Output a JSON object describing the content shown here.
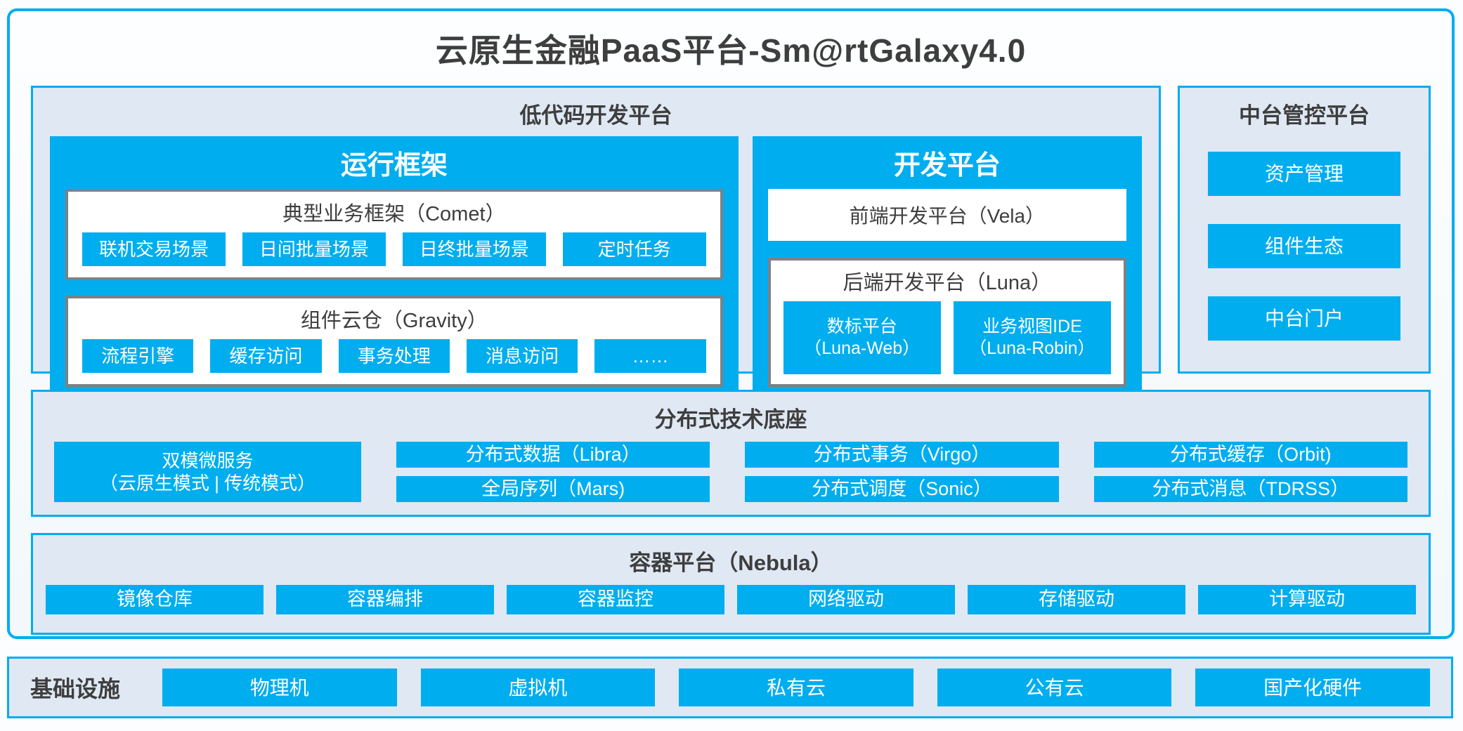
{
  "title": "云原生金融PaaS平台-Sm@rtGalaxy4.0",
  "colors": {
    "blue": "#00ADEF",
    "panel-bg": "#DFE8F3",
    "border-gray": "#7D8186",
    "text-dark": "#3E3E3E",
    "page-bg": "#FBFDFF"
  },
  "low_code": {
    "title": "低代码开发平台",
    "runtime": {
      "title": "运行框架",
      "comet": {
        "title": "典型业务框架（Comet）",
        "items": [
          "联机交易场景",
          "日间批量场景",
          "日终批量场景",
          "定时任务"
        ]
      },
      "gravity": {
        "title": "组件云仓（Gravity）",
        "items": [
          "流程引擎",
          "缓存访问",
          "事务处理",
          "消息访问",
          "……"
        ]
      }
    },
    "dev": {
      "title": "开发平台",
      "vela": "前端开发平台（Vela）",
      "luna": {
        "title": "后端开发平台（Luna）",
        "items": [
          {
            "line1": "数标平台",
            "line2": "（Luna-Web）"
          },
          {
            "line1": "业务视图IDE",
            "line2": "（Luna-Robin）"
          }
        ]
      }
    }
  },
  "midplatform": {
    "title": "中台管控平台",
    "items": [
      "资产管理",
      "组件生态",
      "中台门户"
    ]
  },
  "distributed": {
    "title": "分布式技术底座",
    "dual": {
      "line1": "双模微服务",
      "line2": "（云原生模式 | 传统模式）"
    },
    "cols": [
      [
        "分布式数据（Libra）",
        "全局序列（Mars)"
      ],
      [
        "分布式事务（Virgo）",
        "分布式调度（Sonic）"
      ],
      [
        "分布式缓存（Orbit)",
        "分布式消息（TDRSS）"
      ]
    ]
  },
  "container_platform": {
    "title": "容器平台（Nebula）",
    "items": [
      "镜像仓库",
      "容器编排",
      "容器监控",
      "网络驱动",
      "存储驱动",
      "计算驱动"
    ]
  },
  "infrastructure": {
    "title": "基础设施",
    "items": [
      "物理机",
      "虚拟机",
      "私有云",
      "公有云",
      "国产化硬件"
    ]
  }
}
